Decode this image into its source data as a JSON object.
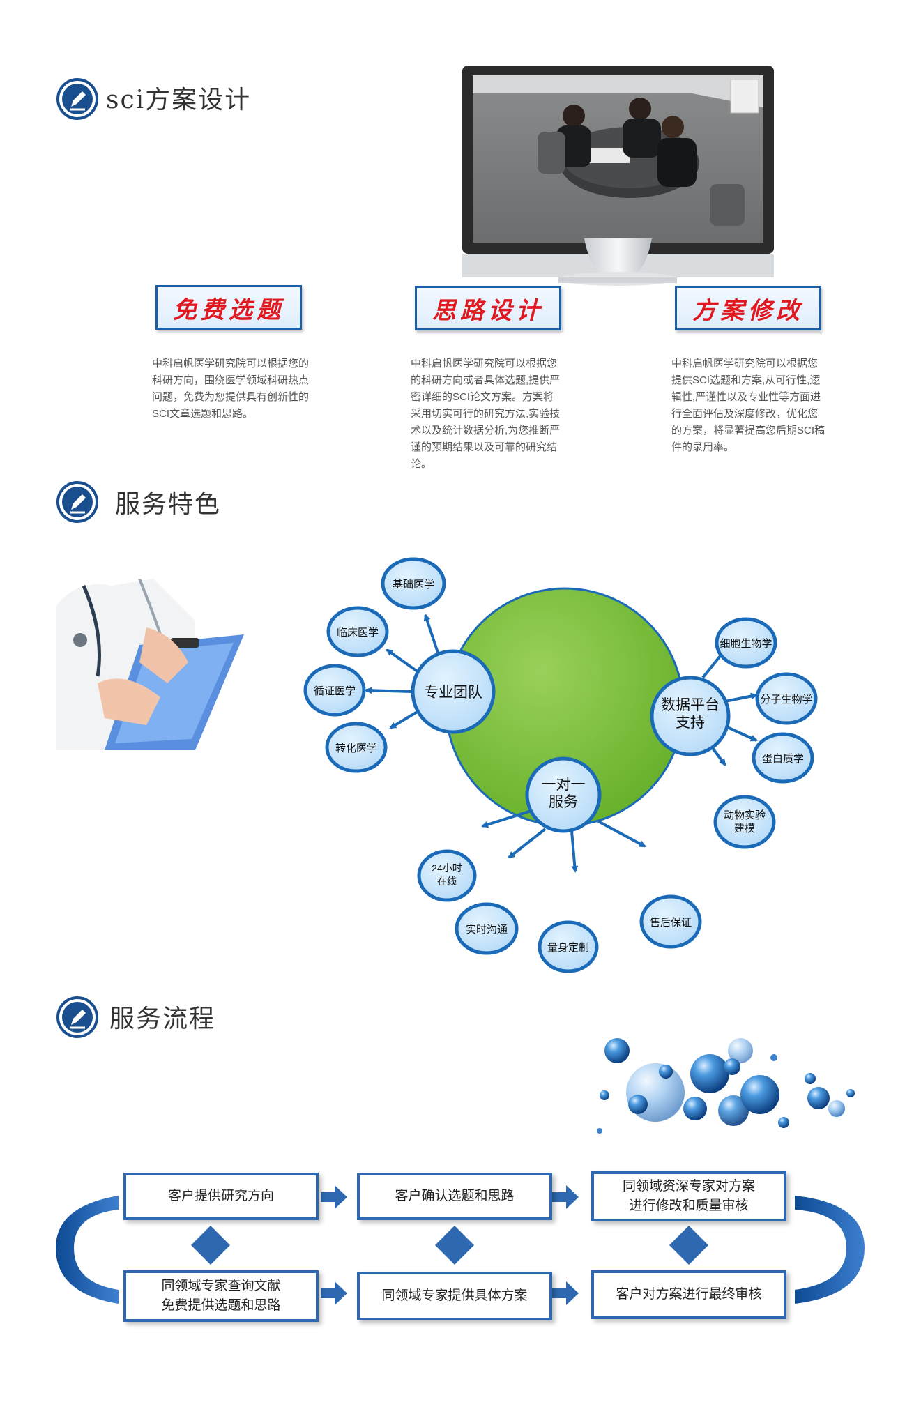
{
  "sections": {
    "design_title": "sci方案设计",
    "features_title": "服务特色",
    "process_title": "服务流程"
  },
  "design": {
    "cards": [
      {
        "label": "免费选题",
        "text": "中科启帆医学研究院可以根据您的科研方向，围绕医学领域科研热点问题，免费为您提供具有创新性的SCI文章选题和思路。"
      },
      {
        "label": "思路设计",
        "text": "中科启帆医学研究院可以根据您的科研方向或者具体选题,提供严密详细的SCI论文方案。方案将采用切实可行的研究方法,实验技术以及统计数据分析,为您推断严谨的预期结果以及可靠的研究结论。"
      },
      {
        "label": "方案修改",
        "text": "中科启帆医学研究院可以根据您提供SCI选题和方案,从可行性,逻辑性,严谨性以及专业性等方面进行全面评估及深度修改，优化您的方案，将显著提高您后期SCI稿件的录用率。"
      }
    ]
  },
  "features": {
    "team": {
      "label": "专业团队",
      "items": [
        "基础医学",
        "临床医学",
        "循证医学",
        "转化医学"
      ]
    },
    "platform": {
      "label": "数据平台支持",
      "items": [
        "细胞生物学",
        "分子生物学",
        "蛋白质学",
        "动物实验建模"
      ]
    },
    "service": {
      "label": "一对一服务",
      "items": [
        "24小时在线",
        "实时沟通",
        "量身定制",
        "售后保证"
      ]
    },
    "colors": {
      "center": "#7cc13a",
      "node_fill": "#c9e6fb",
      "node_border": "#1a6ab8"
    }
  },
  "process": {
    "steps_top": [
      "客户提供研究方向",
      "客户确认选题和思路",
      "同领域资深专家对方案进行修改和质量审核"
    ],
    "steps_bottom": [
      "同领域专家查询文献免费提供选题和思路",
      "同领域专家提供具体方案",
      "客户对方案进行最终审核"
    ],
    "colors": {
      "accent": "#2d68b0"
    }
  }
}
